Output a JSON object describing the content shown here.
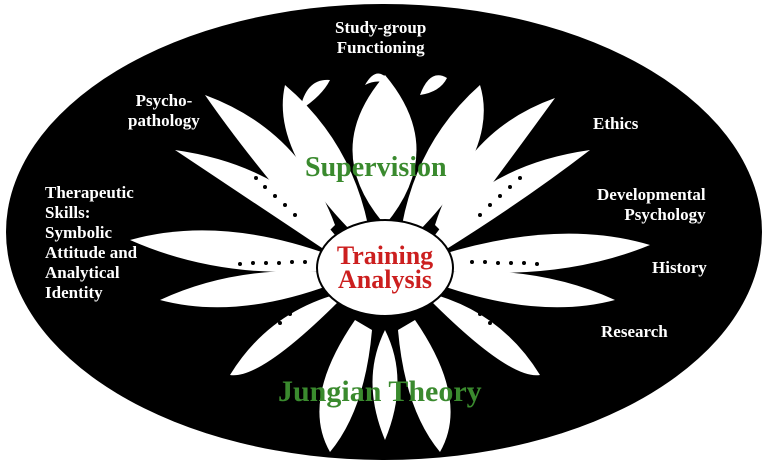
{
  "diagram": {
    "core": "Training\nAnalysis",
    "inner": "Supervision",
    "base": "Jungian Theory",
    "outer": [
      {
        "id": "study-group",
        "text": "Study-group\nFunctioning"
      },
      {
        "id": "psychopathology",
        "text": "Psycho-\npathology"
      },
      {
        "id": "ethics",
        "text": "Ethics"
      },
      {
        "id": "therapeutic-skills",
        "text": "Therapeutic\nSkills:\nSymbolic\nAttitude and\nAnalytical\nIdentity"
      },
      {
        "id": "developmental-psychology",
        "text": "Developmental\nPsychology"
      },
      {
        "id": "history",
        "text": "History"
      },
      {
        "id": "research",
        "text": "Research"
      }
    ]
  },
  "colors": {
    "background": "#000000",
    "petal": "#ffffff",
    "green_text": "#3a8a2e",
    "red_text": "#cc1f1f",
    "outer_text": "#ffffff"
  },
  "icons": [
    "lotus-flower-icon"
  ]
}
